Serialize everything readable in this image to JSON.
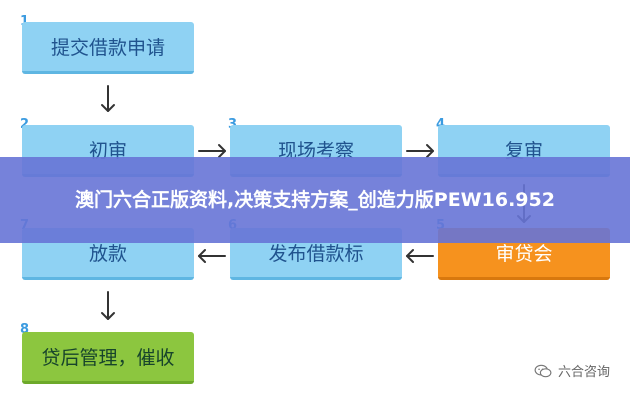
{
  "steps": [
    {
      "num": "1",
      "label": "提交借款申请"
    },
    {
      "num": "2",
      "label": "初审"
    },
    {
      "num": "3",
      "label": "现场考察"
    },
    {
      "num": "4",
      "label": "复审"
    },
    {
      "num": "5",
      "label": "审贷会"
    },
    {
      "num": "6",
      "label": "发布借款标"
    },
    {
      "num": "7",
      "label": "放款"
    },
    {
      "num": "8",
      "label": "贷后管理，催收"
    }
  ],
  "banner": {
    "title": "澳门六合正版资料,决策支持方案_创造力版PEW16.952"
  },
  "watermark": {
    "text": "六合咨询",
    "icon": "wechat-logo-icon"
  },
  "colors": {
    "step_box": "#8fd2f3",
    "step_text": "#20538e",
    "step_number": "#3b9be0",
    "highlight_box": "#f6921e",
    "final_box": "#8cc63f",
    "banner": "#6774d6",
    "arrow": "#333333"
  }
}
